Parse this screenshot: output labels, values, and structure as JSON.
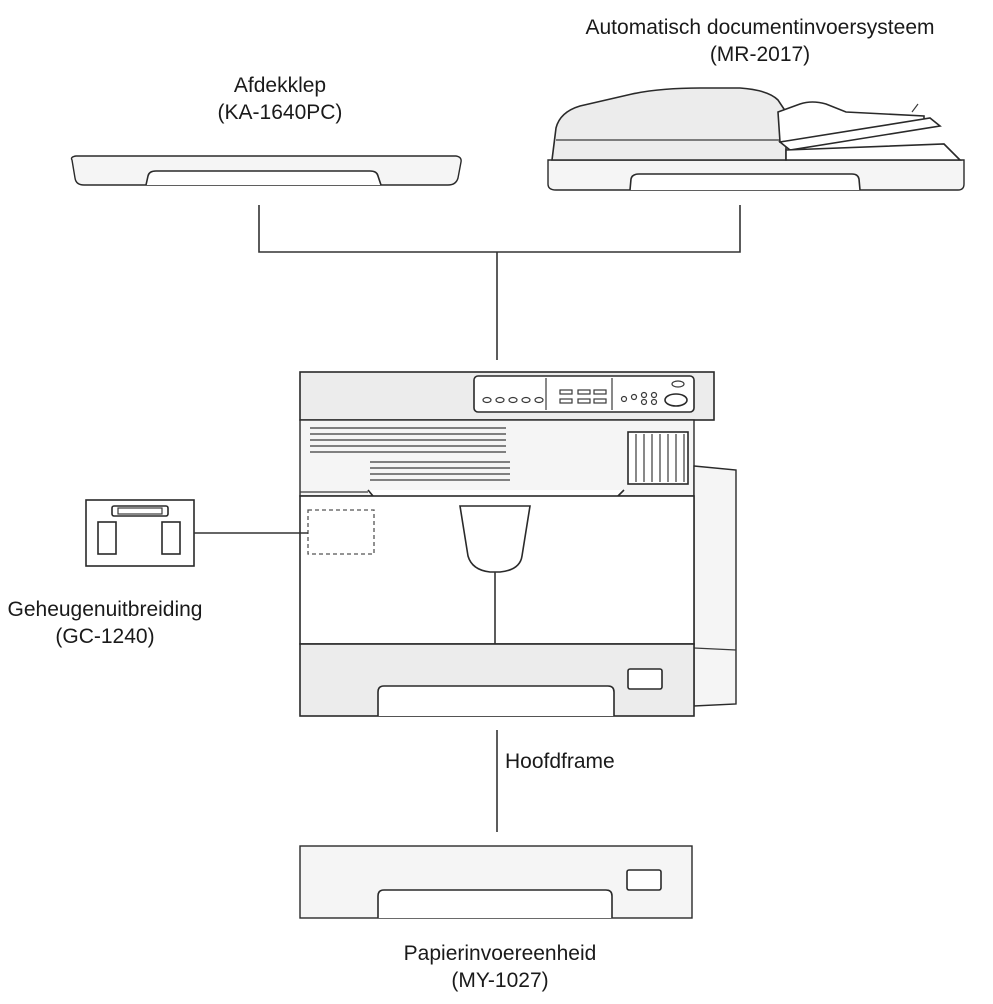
{
  "components": {
    "cover": {
      "name": "Afdekklep",
      "model": "(KA-1640PC)"
    },
    "adf": {
      "name": "Automatisch documentinvoersysteem",
      "model": "(MR-2017)"
    },
    "memory": {
      "name": "Geheugenuitbreiding",
      "model": "(GC-1240)"
    },
    "main": {
      "name": "Hoofdframe"
    },
    "paper_feed": {
      "name": "Papierinvoereenheid",
      "model": "(MY-1027)"
    }
  }
}
